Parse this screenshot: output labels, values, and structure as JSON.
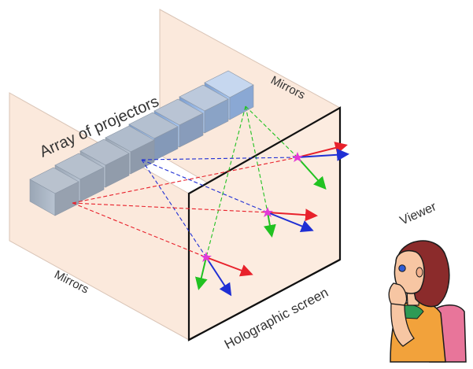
{
  "labels": {
    "projectors": "Array of projectors",
    "mirrors_top": "Mirrors",
    "mirrors_left": "Mirrors",
    "screen": "Holographic screen",
    "viewer": "Viewer"
  },
  "colors": {
    "panel": "#fbe9dc",
    "panel_stroke": "#d9c4b6",
    "screen_frame": "#111111",
    "projector_gray": "#a7b2c0",
    "projector_blue": "#6f95c8",
    "ray_red": "#e8212b",
    "ray_green": "#21c221",
    "ray_blue": "#1f2fd4",
    "star": "#e33ad6"
  }
}
